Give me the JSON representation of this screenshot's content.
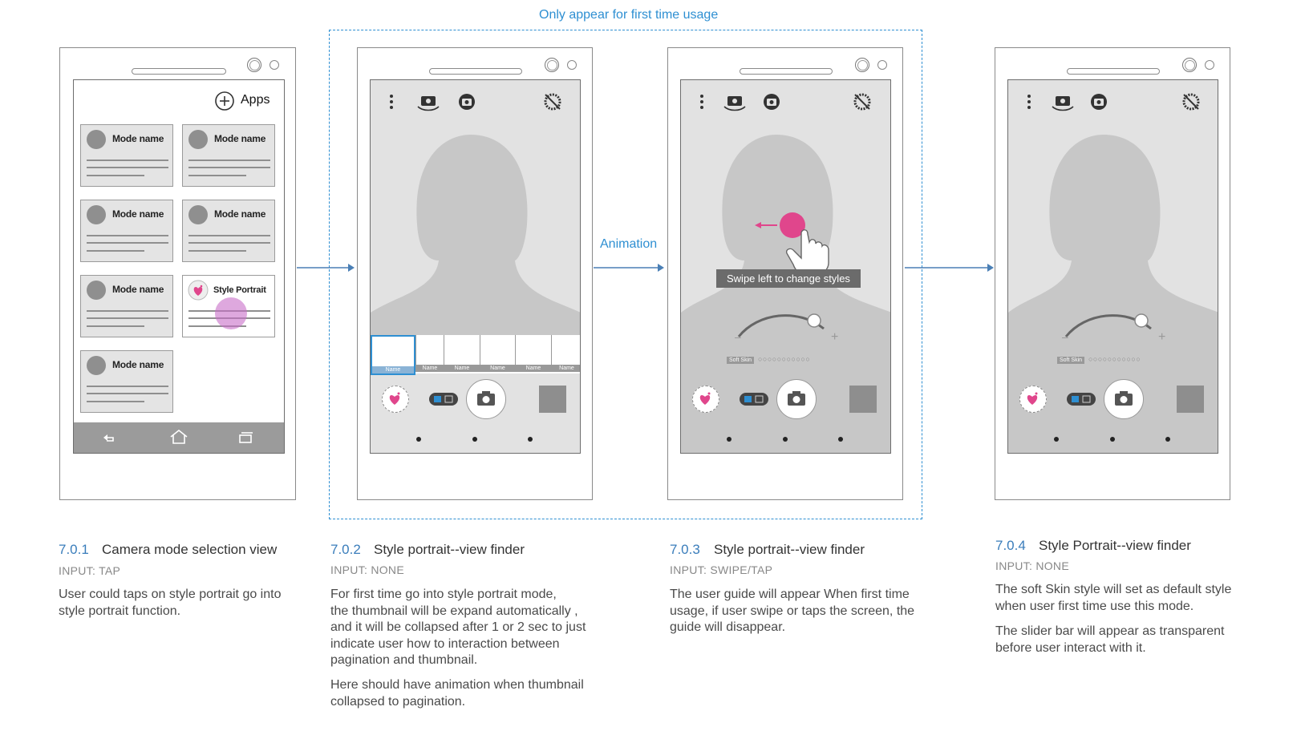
{
  "top_label": "Only appear for first time usage",
  "animation_label": "Animation",
  "colors": {
    "accent_blue": "#2e8fd2",
    "accent_pink": "#e0468c",
    "arrow": "#4a7fb5"
  },
  "screen1": {
    "apps_label": "Apps",
    "cards": [
      "Mode name",
      "Mode name",
      "Mode name",
      "Mode name",
      "Mode name",
      "Style Portrait",
      "Mode name"
    ],
    "nav_icons": [
      "back-icon",
      "home-icon",
      "recent-apps-icon"
    ]
  },
  "screen2": {
    "toolbar_icons": [
      "menu-icon",
      "switch-camera-icon",
      "camera-mode-icon",
      "hdr-off-icon"
    ],
    "thumbnail_labels": [
      "Name",
      "Name",
      "Name",
      "Name",
      "Name",
      "Name"
    ]
  },
  "screen3": {
    "guide_text": "Swipe left to change styles",
    "slider_minus": "–",
    "slider_plus": "+",
    "style_tag": "Soft Skin"
  },
  "screen4": {
    "slider_minus": "–",
    "slider_plus": "+",
    "style_tag": "Soft Skin"
  },
  "captions": [
    {
      "num": "7.0.1",
      "title": "Camera mode selection view",
      "input": "INPUT: TAP",
      "desc": [
        "User could taps on style portrait go into",
        "style portrait function."
      ]
    },
    {
      "num": "7.0.2",
      "title": "Style portrait--view finder",
      "input": "INPUT:  NONE",
      "desc": [
        "For first time go into style portrait mode,",
        "the thumbnail will be expand automatically ,",
        "and it will be collapsed after 1 or 2 sec to just",
        "indicate user how to interaction between",
        "pagination and thumbnail."
      ],
      "desc2": [
        "Here should have animation when thumbnail",
        "collapsed to pagination."
      ]
    },
    {
      "num": "7.0.3",
      "title": "Style portrait--view finder",
      "input": "INPUT:  SWIPE/TAP",
      "desc": [
        "The user guide will appear When first time",
        "usage, if user swipe or taps the screen, the",
        "guide will disappear."
      ]
    },
    {
      "num": "7.0.4",
      "title": "Style Portrait--view finder",
      "input": "INPUT: NONE",
      "desc": [
        "The soft Skin style will set as default style",
        "when user first time use this mode."
      ],
      "desc2": [
        "The slider bar will appear as transparent",
        "before user interact with it."
      ]
    }
  ]
}
